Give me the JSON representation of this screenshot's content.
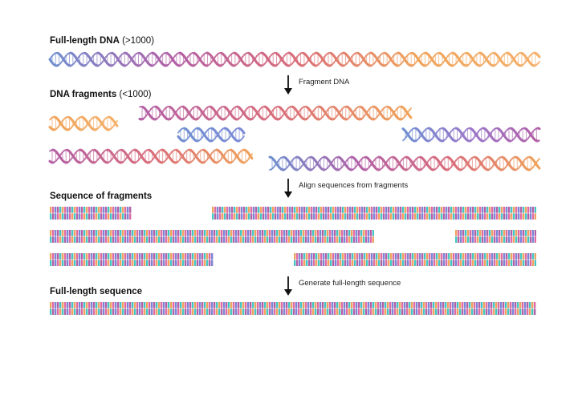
{
  "headings": {
    "full_dna": {
      "title": "Full-length DNA",
      "note": "(>1000)"
    },
    "fragments": {
      "title": "DNA fragments",
      "note": "(<1000)"
    },
    "sequence_of_fragments": {
      "title": "Sequence of fragments"
    },
    "full_length_sequence": {
      "title": "Full-length sequence"
    }
  },
  "steps": {
    "fragment": "Fragment DNA",
    "align": "Align sequences from fragments",
    "generate": "Generate full-length sequence"
  },
  "colors": {
    "helix_palette": [
      "#6f8fd0",
      "#b35fa6",
      "#d96c7a",
      "#f0a35a",
      "#9b77c9"
    ],
    "base_palette": [
      "#e26aa4",
      "#41c7c0",
      "#7c84d6",
      "#f0a35a",
      "#b35fa6"
    ],
    "arrow": "#111111"
  }
}
